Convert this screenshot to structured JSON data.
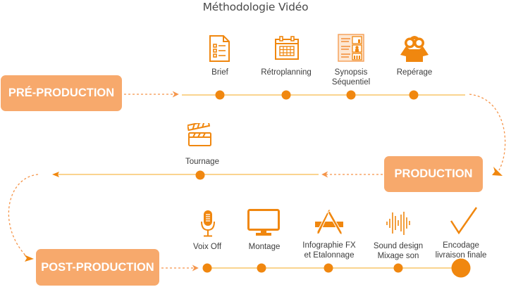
{
  "title": "Méthodologie Vidéo",
  "colors": {
    "phase_box": "#f7a96c",
    "accent": "#f0870f",
    "timeline": "#f9c56a",
    "dashed": "#f5954a",
    "text": "#3d3d3d"
  },
  "phases": [
    {
      "id": "pre",
      "label": "PRÉ-PRODUCTION"
    },
    {
      "id": "prod",
      "label": "PRODUCTION"
    },
    {
      "id": "post",
      "label": "POST-PRODUCTION"
    }
  ],
  "steps": {
    "pre": [
      {
        "label": "Brief",
        "icon": "document-list-icon"
      },
      {
        "label": "Rétroplanning",
        "icon": "calendar-icon"
      },
      {
        "label": "Synopsis\nSéquentiel",
        "line1": "Synopsis",
        "line2": "Séquentiel",
        "icon": "storyboard-icon"
      },
      {
        "label": "Repérage",
        "icon": "binoculars-person-icon"
      }
    ],
    "prod": [
      {
        "label": "Tournage",
        "icon": "clapperboard-icon"
      }
    ],
    "post": [
      {
        "label": "Voix Off",
        "icon": "microphone-icon"
      },
      {
        "label": "Montage",
        "icon": "monitor-icon"
      },
      {
        "line1": "Infographie FX",
        "line2": "et Etalonnage",
        "icon": "design-tools-icon"
      },
      {
        "line1": "Sound design",
        "line2": "Mixage son",
        "icon": "sound-wave-icon"
      },
      {
        "line1": "Encodage",
        "line2": "livraison finale",
        "icon": "checkmark-icon",
        "final": true
      }
    ]
  }
}
